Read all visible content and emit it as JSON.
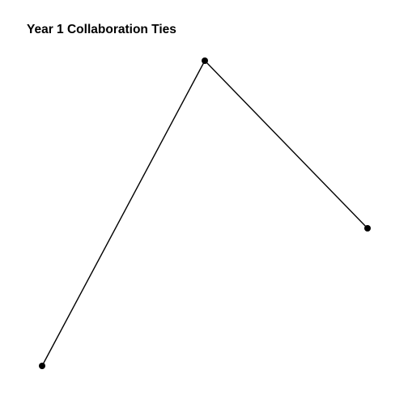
{
  "plot": {
    "title": "Year 1 Collaboration Ties"
  },
  "network": {
    "nodes": [
      {
        "id": "n1"
      },
      {
        "id": "n2"
      },
      {
        "id": "n3"
      }
    ],
    "edges": [
      {
        "source": "n1",
        "target": "n2"
      },
      {
        "source": "n2",
        "target": "n3"
      }
    ],
    "colors": {
      "node": "#000000",
      "edge": "#000000",
      "background": "#ffffff"
    }
  }
}
